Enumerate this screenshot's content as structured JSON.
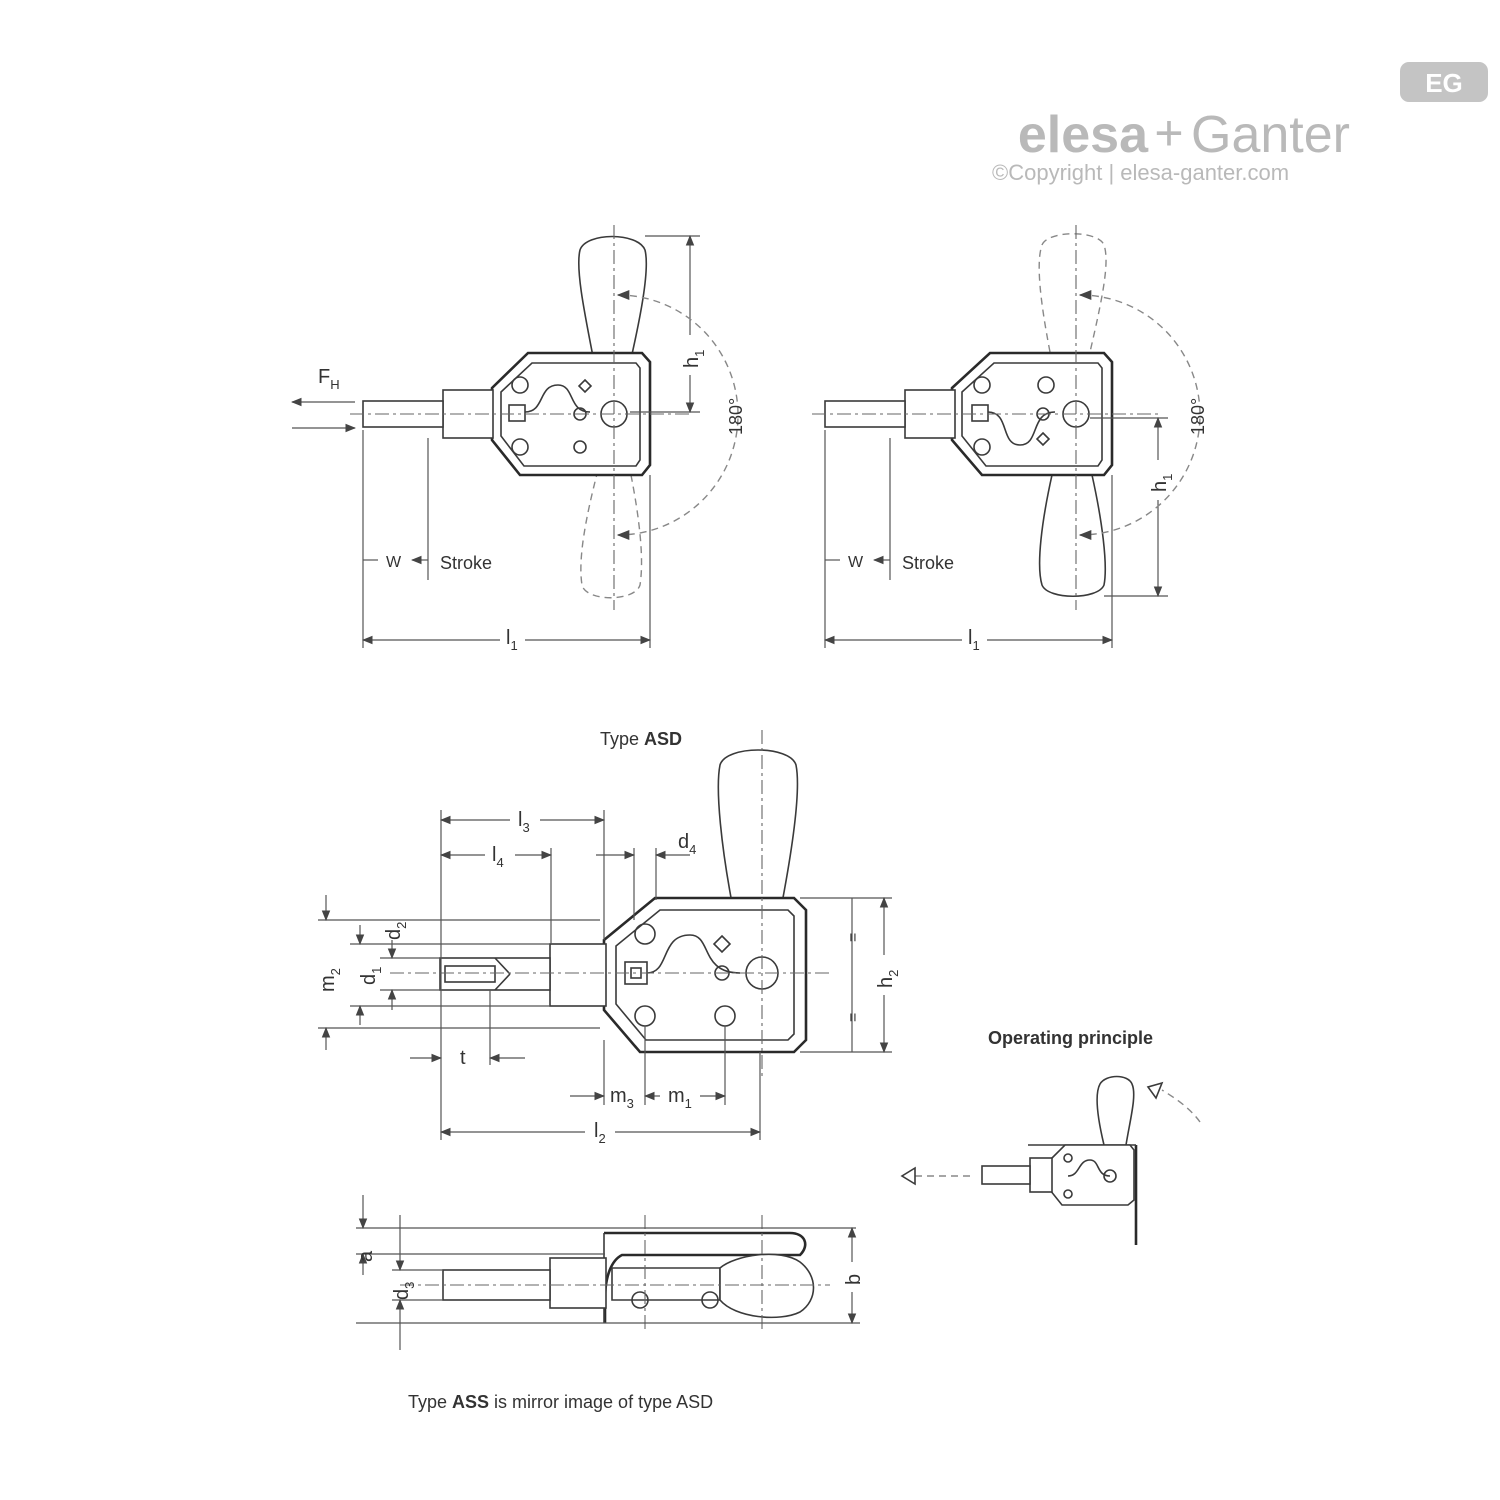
{
  "brand": {
    "name_part1": "elesa",
    "name_separator": "+",
    "name_part2": "Ganter",
    "badge": "EG",
    "copyright": "©Copyright | elesa-ganter.com",
    "color": "#b9b9b9"
  },
  "views": {
    "top_left": {
      "force_label": "F",
      "force_sub": "H",
      "w_label": "W",
      "stroke_label": "Stroke",
      "length_label": "l",
      "length_sub": "1",
      "height_label": "h",
      "height_sub": "1",
      "angle_label": "180°"
    },
    "top_right": {
      "w_label": "W",
      "stroke_label": "Stroke",
      "length_label": "l",
      "length_sub": "1",
      "height_label": "h",
      "height_sub": "1",
      "angle_label": "180°"
    },
    "type_asd": {
      "title_prefix": "Type ",
      "title_bold": "ASD",
      "dims": {
        "l3": "3",
        "l4": "4",
        "d4": "4",
        "d2": "2",
        "d1": "1",
        "m2": "2",
        "h2": "2",
        "t": "t",
        "m3": "3",
        "m1": "1",
        "l2": "2",
        "equal": "="
      }
    },
    "side_view": {
      "a_label": "a",
      "b_label": "b",
      "d3_label": "d",
      "d3_sub": "3"
    },
    "footnote": {
      "prefix": "Type ",
      "bold": "ASS",
      "suffix": " is mirror image of type ASD"
    },
    "operating_principle": {
      "title": "Operating principle"
    }
  }
}
